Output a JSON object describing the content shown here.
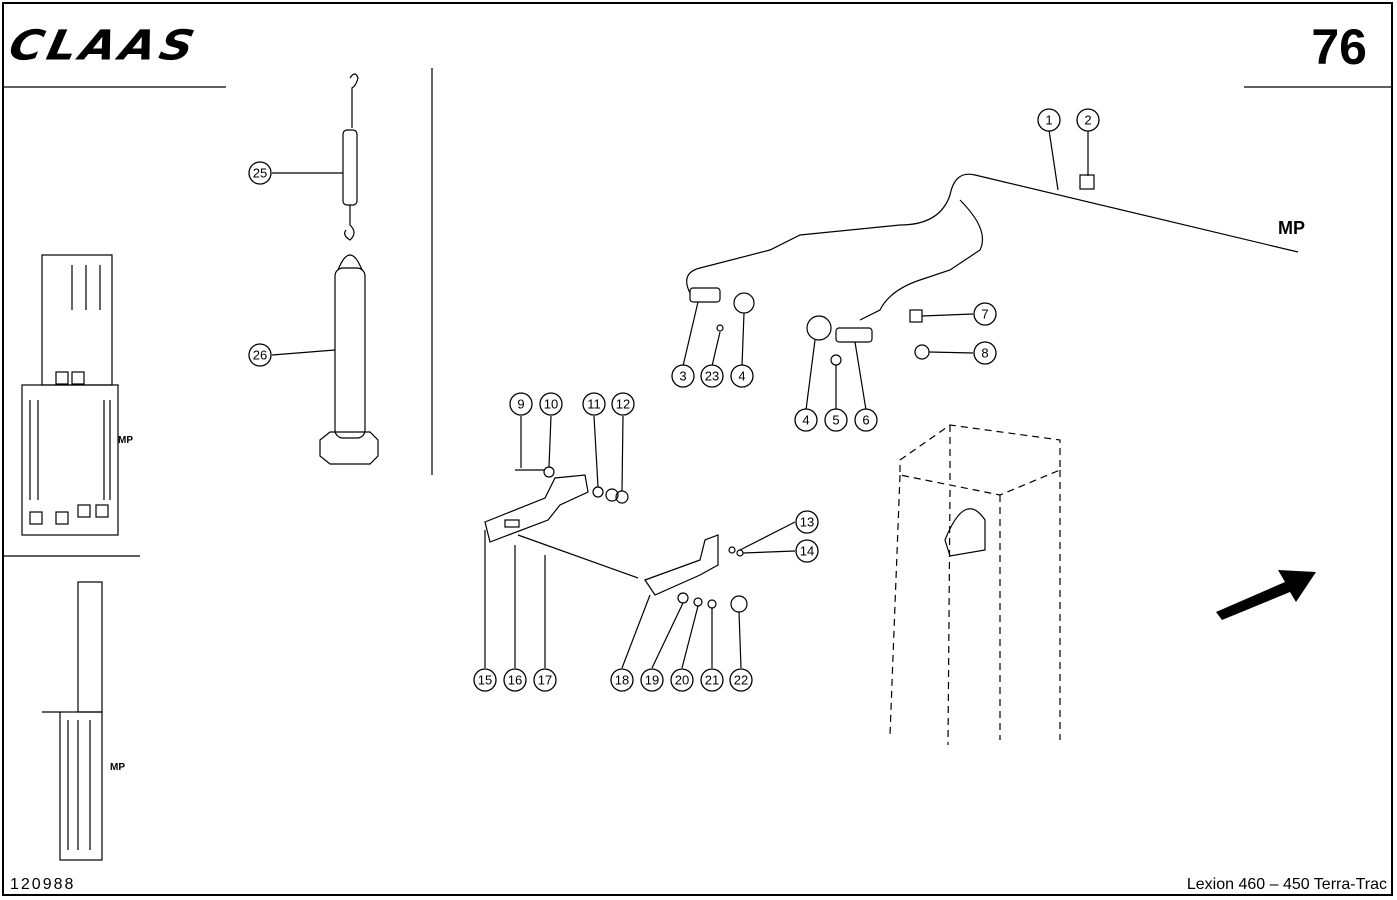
{
  "header": {
    "logo": "CLAAS",
    "page_number": "76"
  },
  "footer": {
    "document_number": "120988",
    "model": "Lexion 460 – 450 Terra-Trac"
  },
  "labels": {
    "mp_main": "MP",
    "mp_thumb_top": "MP",
    "mp_thumb_bottom": "MP"
  },
  "callouts": [
    {
      "id": "c1",
      "label": "1"
    },
    {
      "id": "c2",
      "label": "2"
    },
    {
      "id": "c25",
      "label": "25"
    },
    {
      "id": "c26",
      "label": "26"
    },
    {
      "id": "c3",
      "label": "3"
    },
    {
      "id": "c23",
      "label": "23"
    },
    {
      "id": "c4a",
      "label": "4"
    },
    {
      "id": "c4b",
      "label": "4"
    },
    {
      "id": "c5",
      "label": "5"
    },
    {
      "id": "c6",
      "label": "6"
    },
    {
      "id": "c7",
      "label": "7"
    },
    {
      "id": "c8",
      "label": "8"
    },
    {
      "id": "c9",
      "label": "9"
    },
    {
      "id": "c10",
      "label": "10"
    },
    {
      "id": "c11",
      "label": "11"
    },
    {
      "id": "c12",
      "label": "12"
    },
    {
      "id": "c13",
      "label": "13"
    },
    {
      "id": "c14",
      "label": "14"
    },
    {
      "id": "c15",
      "label": "15"
    },
    {
      "id": "c16",
      "label": "16"
    },
    {
      "id": "c17",
      "label": "17"
    },
    {
      "id": "c18",
      "label": "18"
    },
    {
      "id": "c19",
      "label": "19"
    },
    {
      "id": "c20",
      "label": "20"
    },
    {
      "id": "c21",
      "label": "21"
    },
    {
      "id": "c22",
      "label": "22"
    }
  ]
}
